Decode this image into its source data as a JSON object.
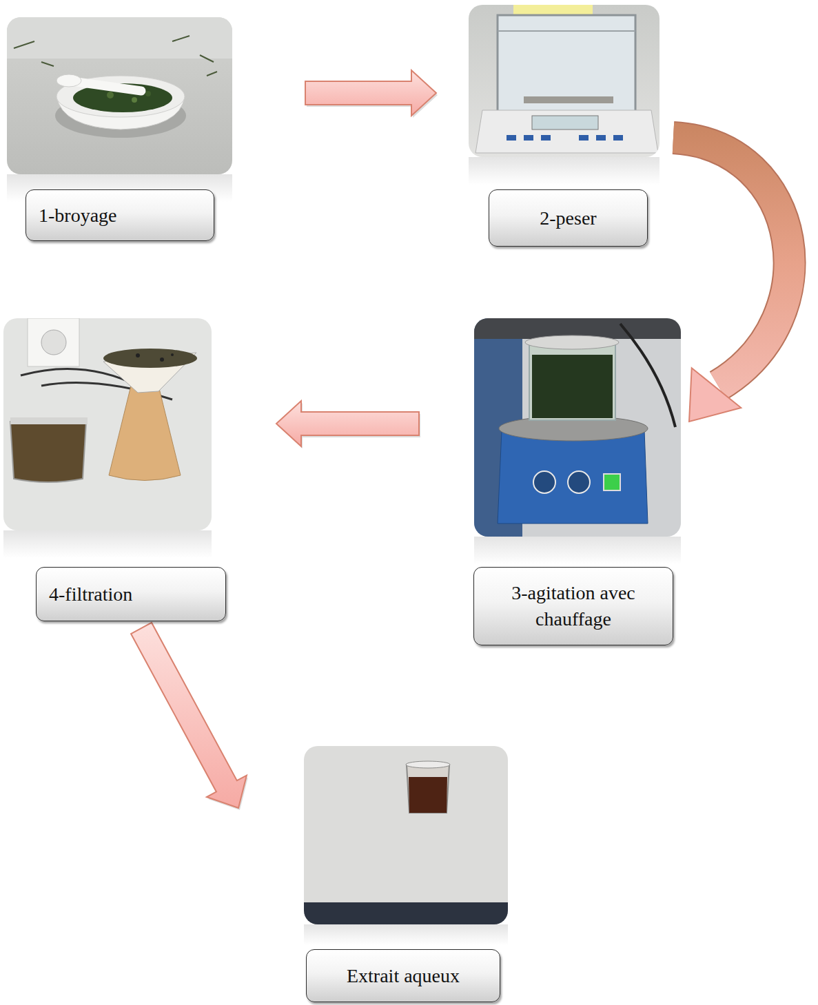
{
  "diagram": {
    "nodes": [
      {
        "text": [
          "1-broyage"
        ]
      },
      {
        "text": [
          "2-peser"
        ]
      },
      {
        "text": [
          "3-agitation avec chauffage"
        ]
      },
      {
        "text": [
          "4-filtration"
        ]
      },
      {
        "text": [
          "Extrait aqueux"
        ]
      }
    ],
    "edges": [
      {
        "from": 0,
        "to": 1,
        "arrow": "to"
      },
      {
        "from": 1,
        "to": 2,
        "arrow": "to"
      },
      {
        "from": 2,
        "to": 3,
        "arrow": "to"
      },
      {
        "from": 3,
        "to": 4,
        "arrow": "to"
      }
    ]
  }
}
